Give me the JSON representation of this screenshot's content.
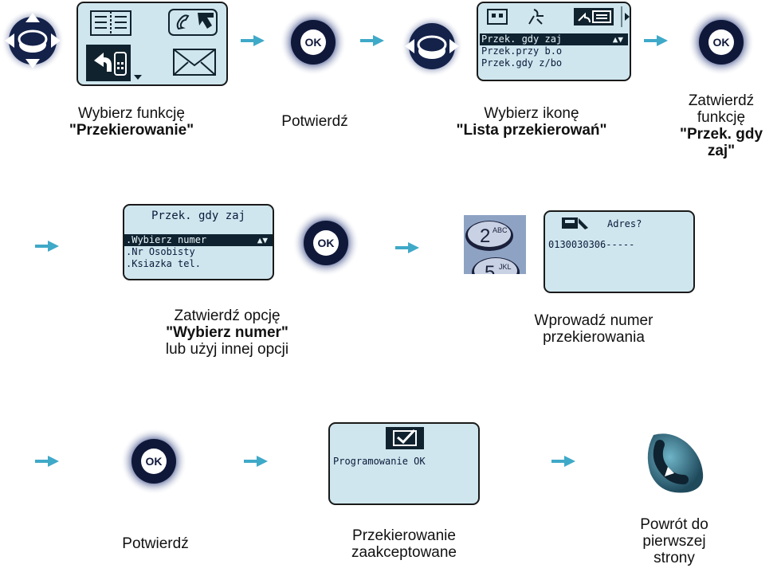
{
  "step1": {
    "caption_line1": "Wybierz funkcję",
    "caption_bold": "\"Przekierowanie\""
  },
  "step2": {
    "caption": "Potwierdź",
    "ok_label": "OK"
  },
  "step3": {
    "menu_items": [
      "Przek. gdy zaj",
      "Przek.przy b.o",
      "Przek.gdy z/bo"
    ],
    "caption_line1": "Wybierz ikonę",
    "caption_bold": "\"Lista przekierowań\""
  },
  "step4": {
    "ok_label": "OK",
    "caption_line1": "Zatwierdź",
    "caption_line2": "funkcję",
    "caption_bold1": "\"Przek. gdy",
    "caption_bold2": "zaj\""
  },
  "step5": {
    "title": "Przek. gdy zaj",
    "options": [
      ".Wybierz numer",
      ".Nr Osobisty",
      ".Ksiazka tel."
    ],
    "ok_label": "OK",
    "caption_line1": "Zatwierdź opcję",
    "caption_bold": "\"Wybierz numer\"",
    "caption_line3": "lub użyj innej opcji"
  },
  "step6": {
    "key1": "2",
    "key1_letters": "ABC",
    "key2": "5",
    "key2_letters": "JKL",
    "screen_label": "Adres?",
    "screen_value": "0130030306-----",
    "caption_line1": "Wprowadź numer",
    "caption_line2": "przekierowania"
  },
  "step7": {
    "ok_label": "OK",
    "caption": "Potwierdź"
  },
  "step8": {
    "screen_text": "Programowanie OK",
    "caption_line1": "Przekierowanie",
    "caption_line2": "zaakceptowane"
  },
  "step9": {
    "caption_line1": "Powrót do",
    "caption_line2": "pierwszej",
    "caption_line3": "strony"
  },
  "colors": {
    "arrow": "#3fa9c8",
    "screen": "#cfe6ee",
    "dark": "#10222e"
  }
}
